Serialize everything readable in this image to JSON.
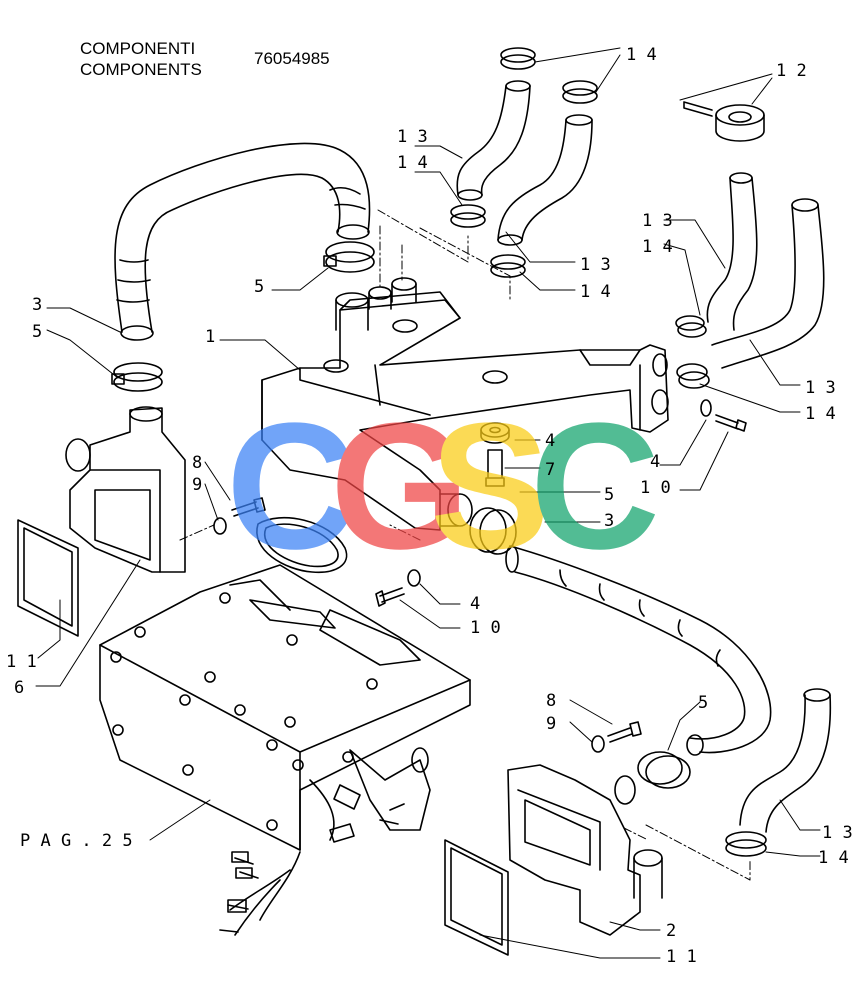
{
  "header": {
    "line1": "COMPONENTI",
    "line2": "COMPONENTS",
    "part_number": "76054985"
  },
  "watermark": {
    "letters": [
      "C",
      "G",
      "S",
      "C"
    ],
    "colors": [
      "#3b82f6",
      "#ef4444",
      "#facc15",
      "#10a36b"
    ]
  },
  "callouts": [
    {
      "id": "c-14-a",
      "text": "1 4"
    },
    {
      "id": "c-12",
      "text": "1 2"
    },
    {
      "id": "c-13-a",
      "text": "1 3"
    },
    {
      "id": "c-14-b",
      "text": "1 4"
    },
    {
      "id": "c-13-b",
      "text": "1 3"
    },
    {
      "id": "c-14-c",
      "text": "1 4"
    },
    {
      "id": "c-13-c",
      "text": "1 3"
    },
    {
      "id": "c-14-d",
      "text": "1 4"
    },
    {
      "id": "c-5-a",
      "text": "5"
    },
    {
      "id": "c-3-a",
      "text": "3"
    },
    {
      "id": "c-5-b",
      "text": "5"
    },
    {
      "id": "c-1",
      "text": "1"
    },
    {
      "id": "c-13-d",
      "text": "1 3"
    },
    {
      "id": "c-14-e",
      "text": "1 4"
    },
    {
      "id": "c-4-a",
      "text": "4"
    },
    {
      "id": "c-4-b",
      "text": "4"
    },
    {
      "id": "c-7",
      "text": "7"
    },
    {
      "id": "c-10-a",
      "text": "1 0"
    },
    {
      "id": "c-8-a",
      "text": "8"
    },
    {
      "id": "c-9-a",
      "text": "9"
    },
    {
      "id": "c-5-c",
      "text": "5"
    },
    {
      "id": "c-3-b",
      "text": "3"
    },
    {
      "id": "c-4-c",
      "text": "4"
    },
    {
      "id": "c-10-b",
      "text": "1 0"
    },
    {
      "id": "c-11-a",
      "text": "1 1"
    },
    {
      "id": "c-6",
      "text": "6"
    },
    {
      "id": "c-8-b",
      "text": "8"
    },
    {
      "id": "c-5-d",
      "text": "5"
    },
    {
      "id": "c-9-b",
      "text": "9"
    },
    {
      "id": "c-13-e",
      "text": "1 3"
    },
    {
      "id": "c-14-f",
      "text": "1 4"
    },
    {
      "id": "c-pag",
      "text": "P A G . 2 5"
    },
    {
      "id": "c-2",
      "text": "2"
    },
    {
      "id": "c-11-b",
      "text": "1 1"
    }
  ]
}
